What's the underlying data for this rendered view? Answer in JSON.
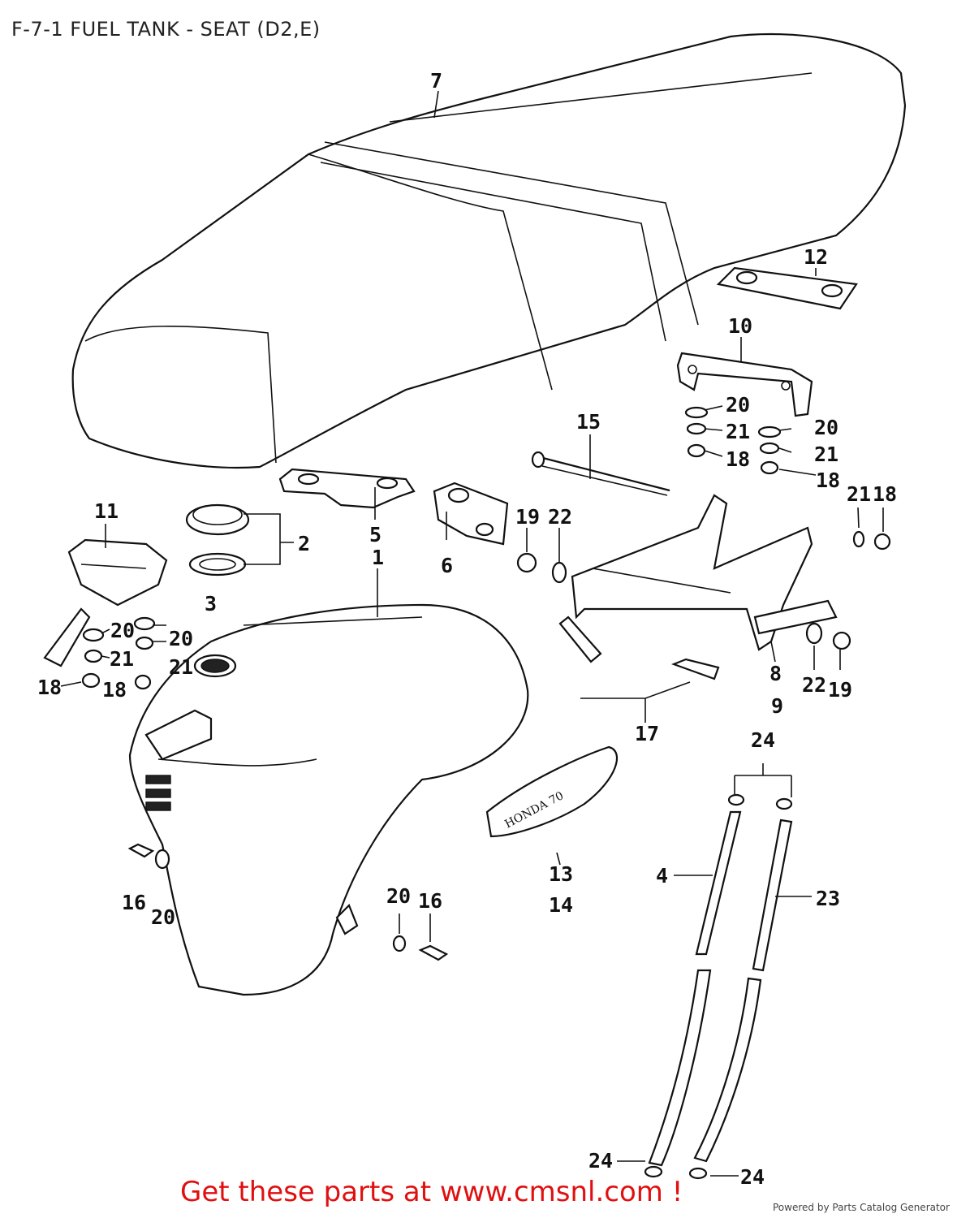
{
  "title": "F-7-1 FUEL TANK - SEAT (D2,E)",
  "footer": {
    "cta": "Get these parts at www.cmsnl.com !",
    "powered_by": "Powered by Parts Catalog Generator"
  },
  "callouts": {
    "c1": "1",
    "c2": "2",
    "c3": "3",
    "c4": "4",
    "c5": "5",
    "c6": "6",
    "c7": "7",
    "c8": "8",
    "c9": "9",
    "c10": "10",
    "c11": "11",
    "c12": "12",
    "c13": "13",
    "c14": "14",
    "c15": "15",
    "c16a": "16",
    "c16b": "16",
    "c17": "17",
    "c18a": "18",
    "c18b": "18",
    "c18c": "18",
    "c18d": "18",
    "c18e": "18",
    "c19a": "19",
    "c19b": "19",
    "c20a": "20",
    "c20b": "20",
    "c20c": "20",
    "c20d": "20",
    "c20e": "20",
    "c20f": "20",
    "c21a": "21",
    "c21b": "21",
    "c21c": "21",
    "c21d": "21",
    "c21e": "21",
    "c22a": "22",
    "c22b": "22",
    "c23": "23",
    "c24a": "24",
    "c24b": "24",
    "c24c": "24"
  },
  "emblem_text": "HONDA 70"
}
